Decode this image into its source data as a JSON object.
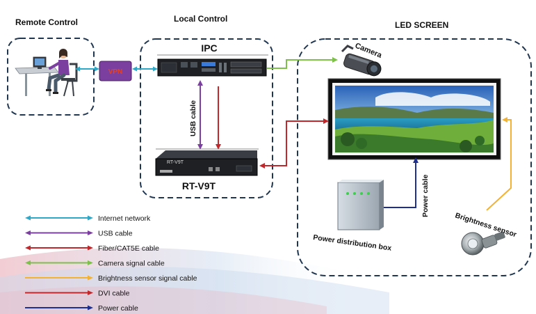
{
  "groups": {
    "remote": "Remote Control",
    "local": "Local  Control",
    "led": "LED SCREEN"
  },
  "devices": {
    "ipc": "IPC",
    "vpn": "VPN",
    "rtv9t": "RT-V9T",
    "rtv9t_front": "RT-V9T",
    "camera": "Camera",
    "power_box": "Power distribution box",
    "brightness_sensor": "Brightness sensor"
  },
  "cables": {
    "usb": "USB cable",
    "power": "Power cable"
  },
  "legend": [
    {
      "label": "Internet network",
      "color": "#2fa8c8",
      "icon": "double-arrow"
    },
    {
      "label": "USB cable",
      "color": "#7b3fa0",
      "icon": "double-arrow"
    },
    {
      "label": "Fiber/CAT5E cable",
      "color": "#c0282c",
      "icon": "double-arrow"
    },
    {
      "label": "Camera signal cable",
      "color": "#7dc04a",
      "icon": "double-arrow"
    },
    {
      "label": "Brightness sensor signal cable",
      "color": "#f2b233",
      "icon": "single-arrow"
    },
    {
      "label": "DVI cable",
      "color": "#c0282c",
      "icon": "single-arrow"
    },
    {
      "label": "Power cable",
      "color": "#1f2f8f",
      "icon": "single-arrow"
    }
  ],
  "colors": {
    "internet": "#2fa8c8",
    "usb": "#7b3fa0",
    "fiber": "#c0282c",
    "camera": "#7dc04a",
    "brightness": "#f2b233",
    "dvi": "#c0282c",
    "power": "#1f2f8f",
    "group_border": "#1f3550",
    "vpn": "#7b3fa0"
  }
}
